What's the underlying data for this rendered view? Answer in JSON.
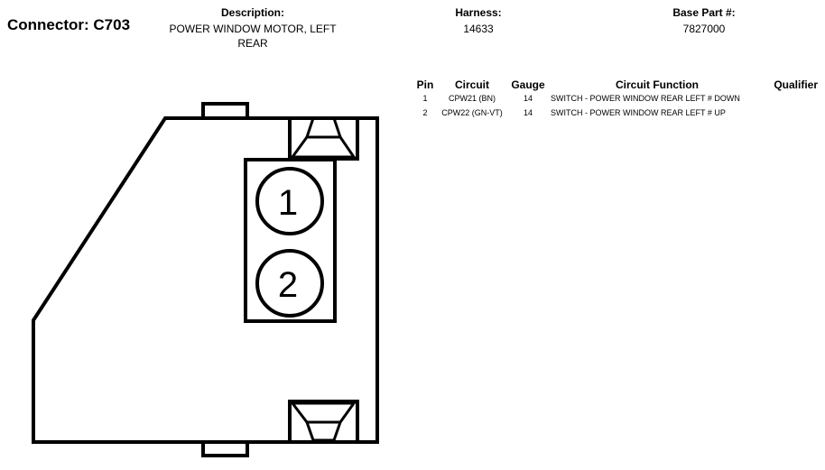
{
  "header": {
    "connector_title": "Connector: C703",
    "description_label": "Description:",
    "description_value": "POWER WINDOW MOTOR, LEFT REAR",
    "harness_label": "Harness:",
    "harness_value": "14633",
    "base_part_label": "Base Part #:",
    "base_part_value": "7827000"
  },
  "table": {
    "headers": {
      "pin": "Pin",
      "circuit": "Circuit",
      "gauge": "Gauge",
      "function": "Circuit Function",
      "qualifier": "Qualifier"
    },
    "rows": [
      {
        "pin": "1",
        "circuit": "CPW21 (BN)",
        "gauge": "14",
        "function": "SWITCH - POWER WINDOW REAR LEFT # DOWN",
        "qualifier": ""
      },
      {
        "pin": "2",
        "circuit": "CPW22 (GN-VT)",
        "gauge": "14",
        "function": "SWITCH - POWER WINDOW REAR LEFT # UP",
        "qualifier": ""
      }
    ]
  },
  "diagram": {
    "pins": [
      {
        "label": "1"
      },
      {
        "label": "2"
      }
    ]
  }
}
